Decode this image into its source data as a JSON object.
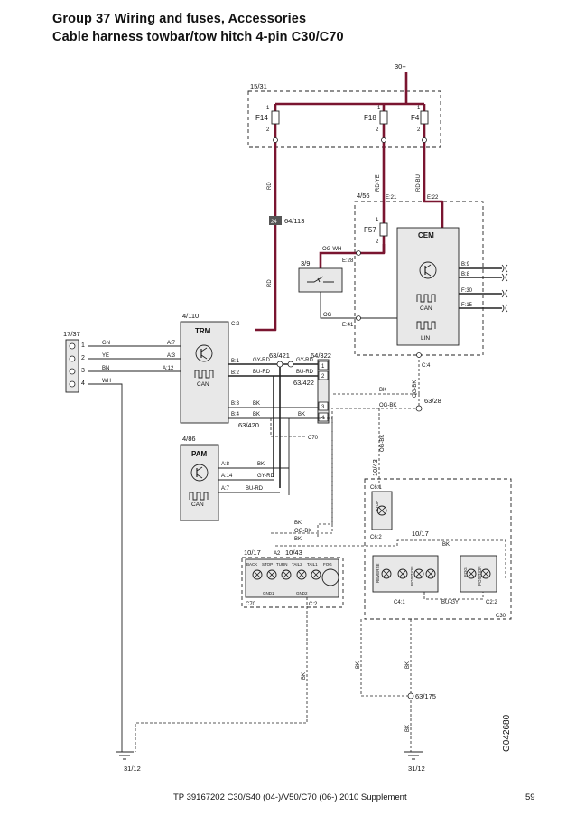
{
  "title_line1": "Group 37 Wiring and fuses, Accessories",
  "title_line2": "Cable harness towbar/tow hitch 4-pin C30/C70",
  "footer": "TP 39167202 C30/S40 (04-)/V50/C70 (06-) 2010 Supplement",
  "page_number": "59",
  "doc_id": "G042680",
  "colors": {
    "power_wire": "#7a1530",
    "signal_wire": "#333333"
  },
  "labels": {
    "plus30": "30+",
    "box1531": "15/31",
    "f14": "F14",
    "f18": "F18",
    "f4": "F4",
    "f57": "F57",
    "pin1": "1",
    "pin2": "2",
    "rd": "RD",
    "rdye": "RD-YE",
    "rdbu": "RD-BU",
    "c456": "4/56",
    "e21": "E:21",
    "e22": "E:22",
    "n24": "24",
    "c64_113": "64/113",
    "cem": "CEM",
    "ogwh": "OG-WH",
    "e28": "E:28",
    "c39": "3/9",
    "og": "OG",
    "e41": "E:41",
    "b9": "B:9",
    "b8": "B:8",
    "f30": "F:30",
    "f15": "F:15",
    "can": "CAN",
    "lin": "LIN",
    "c4": "C:4",
    "ogbk": "OG-BK",
    "c4110": "4/110",
    "trm": "TRM",
    "c2": "C:2",
    "c1737": "17/37",
    "p1": "1",
    "p2": "2",
    "p3": "3",
    "p4": "4",
    "gn": "GN",
    "ye": "YE",
    "bn": "BN",
    "wh": "WH",
    "a7": "A:7",
    "a3": "A:3",
    "a12": "A:12",
    "b1": "B:1",
    "b2": "B:2",
    "b3": "B:3",
    "b4": "B:4",
    "gyrd": "GY-RD",
    "burd": "BU-RD",
    "bk": "BK",
    "c63_421": "63/421",
    "c64_322": "64/322",
    "c63_422": "63/422",
    "c63_420": "63/420",
    "c70": "C70",
    "c63_28": "63/28",
    "c486": "4/86",
    "pam": "PAM",
    "a8": "A:8",
    "a14": "A:14",
    "c1043": "10/43",
    "c61": "C6:1",
    "c62": "C6:2",
    "stop": "STOP",
    "c1017": "10/17",
    "a2": "A2",
    "back": "BACK",
    "turn": "TURN",
    "tail2": "TAIL2",
    "tail1": "TAIL1",
    "fog": "FOG",
    "gnd1": "GND1",
    "gnd2": "GND2",
    "cc2": "C:2",
    "c70b": "C70",
    "reverse": "REVERSE",
    "position": "POSITION",
    "fog2": "FOG",
    "c41": "C4:1",
    "bugy": "BU-GY",
    "c22": "C2:2",
    "c30": "C30",
    "c63_175": "63/175",
    "c3112": "31/12"
  }
}
